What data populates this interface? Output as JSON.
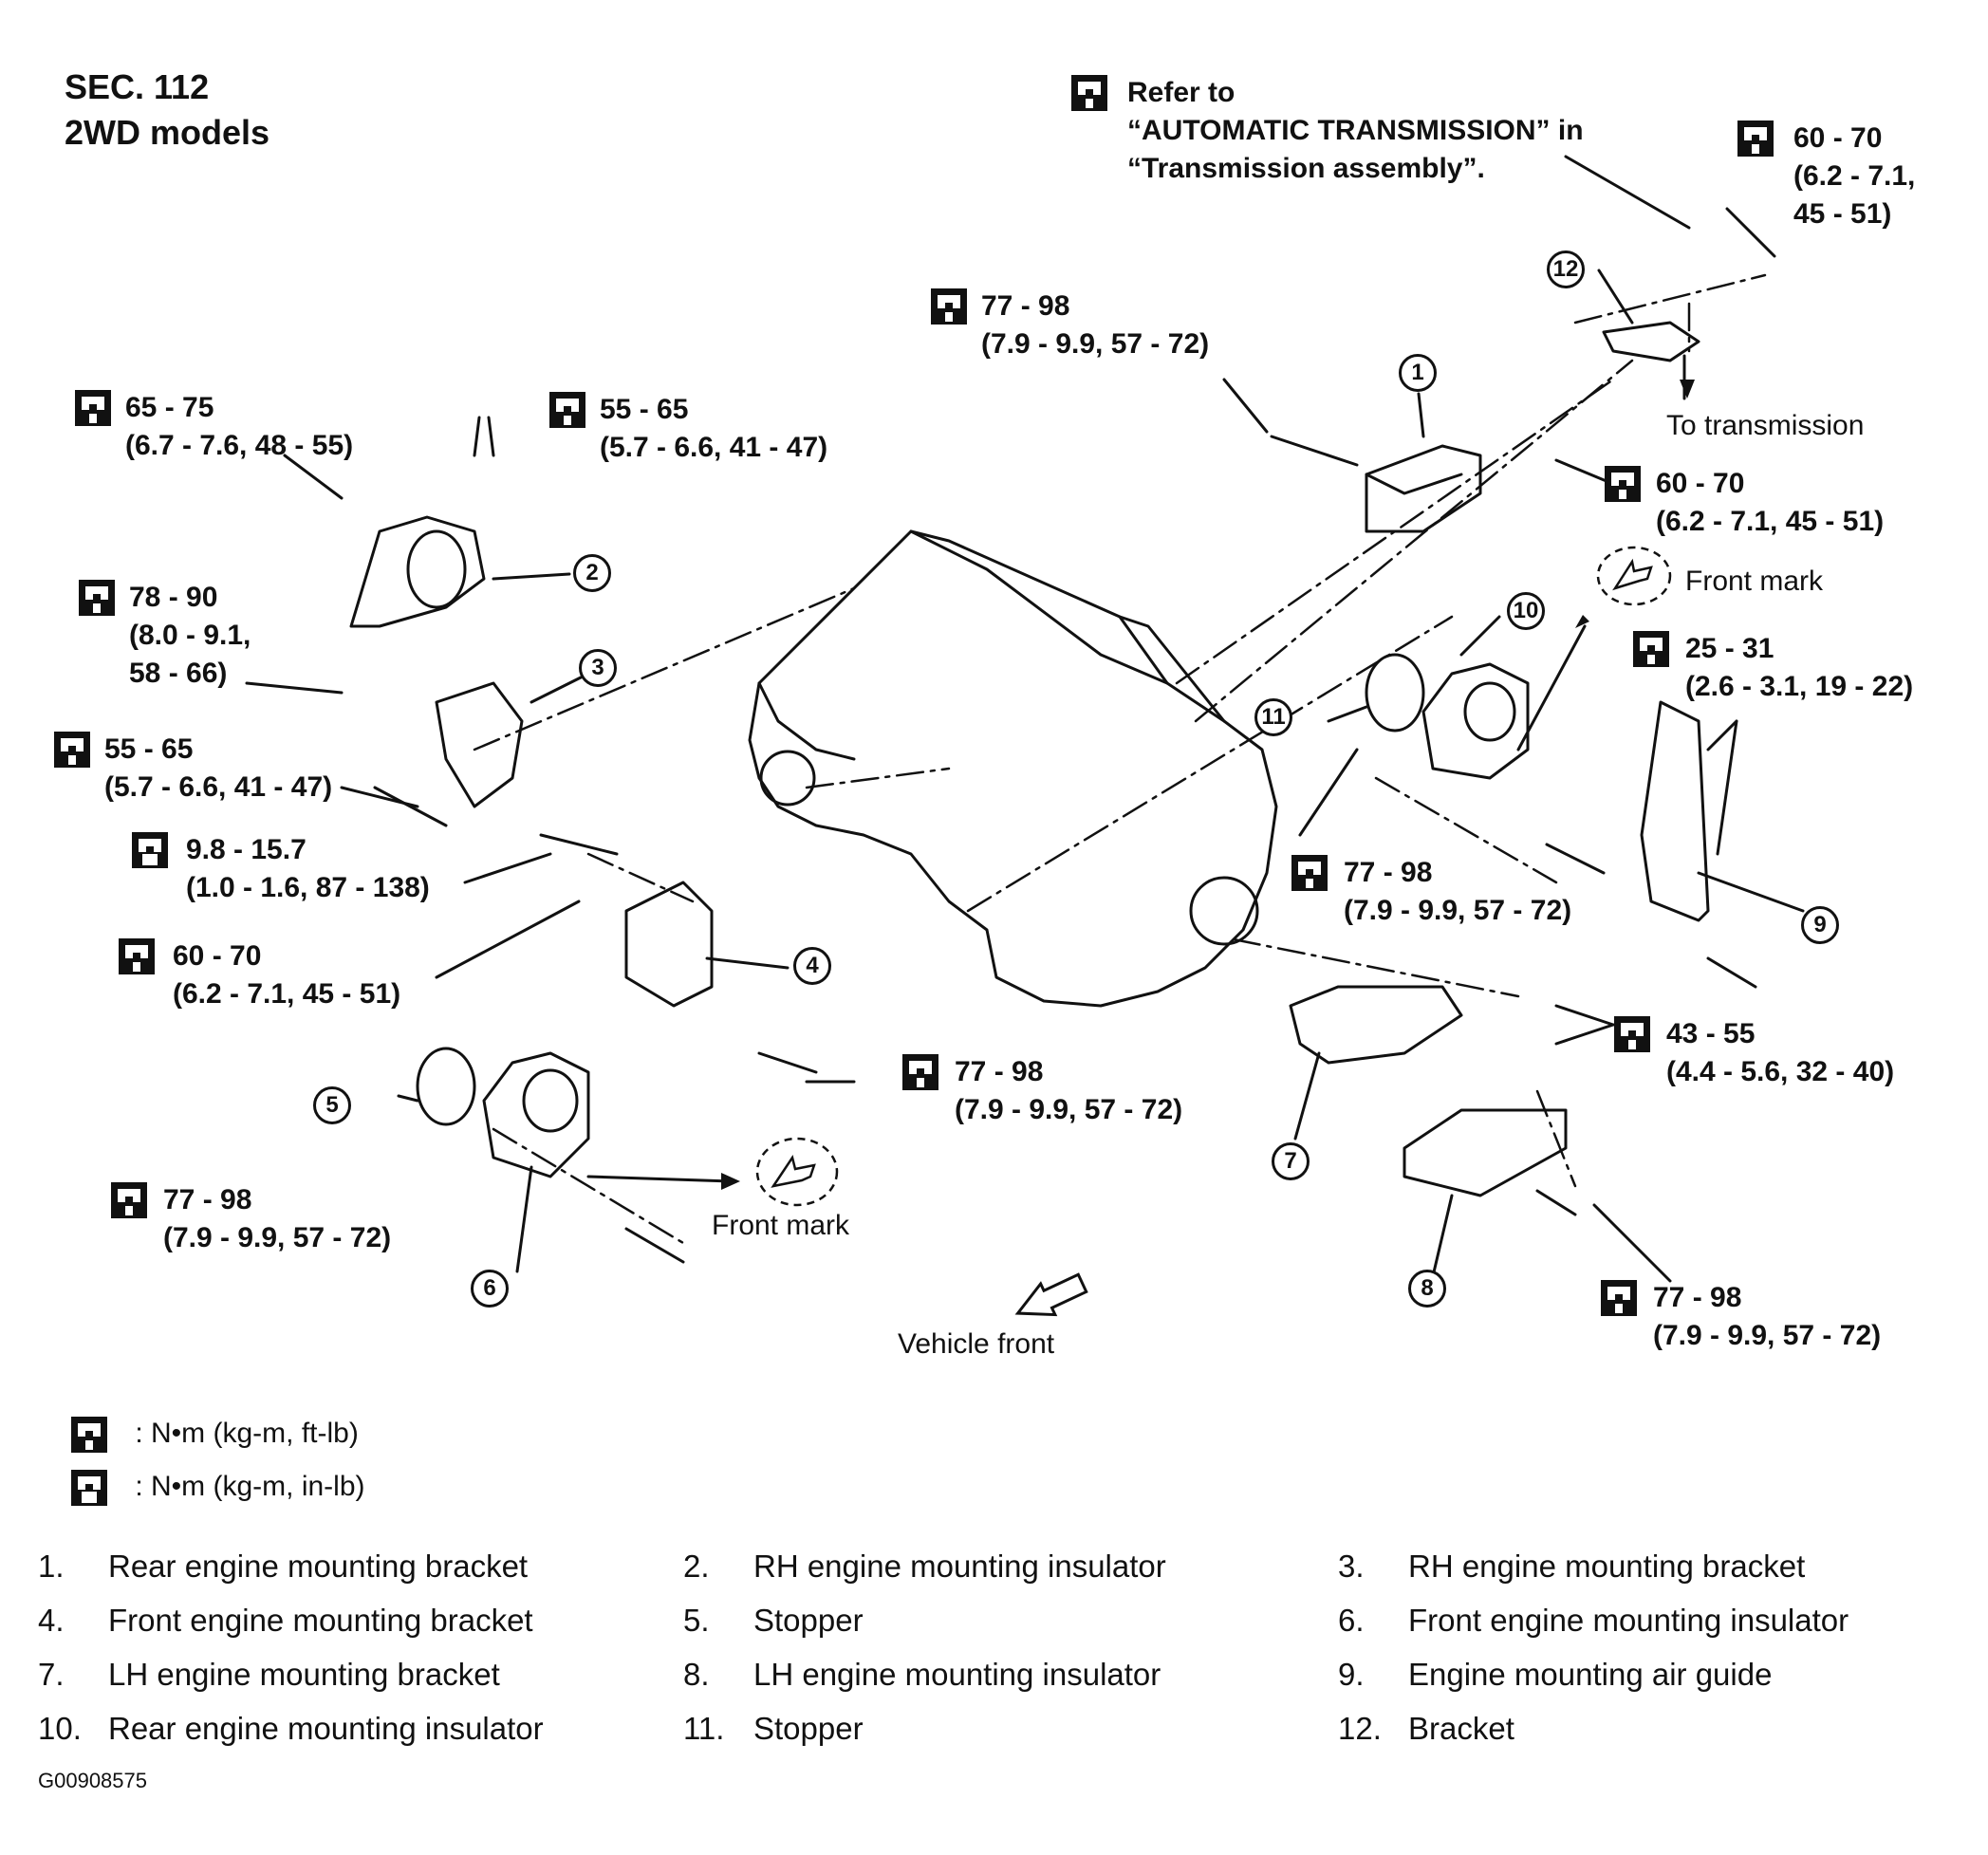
{
  "header": {
    "sec": "SEC. 112",
    "models": "2WD models"
  },
  "refer_note": {
    "line1": "Refer to",
    "line2": "“AUTOMATIC TRANSMISSION” in",
    "line3": "“Transmission assembly”."
  },
  "torques": [
    {
      "icon": "torque-wrench-icon",
      "v1": "60 - 70",
      "v2": "(6.2 - 7.1,",
      "v3": "45 - 51)"
    },
    {
      "icon": "torque-wrench-icon",
      "v1": "77 - 98",
      "v2": "(7.9 - 9.9, 57 - 72)"
    },
    {
      "icon": "torque-wrench-icon",
      "v1": "65 - 75",
      "v2": "(6.7 - 7.6, 48 - 55)"
    },
    {
      "icon": "torque-wrench-icon",
      "v1": "55 - 65",
      "v2": "(5.7 - 6.6, 41 - 47)"
    },
    {
      "icon": "torque-wrench-icon",
      "v1": "60 - 70",
      "v2": "(6.2 - 7.1, 45 - 51)"
    },
    {
      "icon": "torque-wrench-icon",
      "v1": "78 - 90",
      "v2": "(8.0 - 9.1,",
      "v3": "58 - 66)"
    },
    {
      "icon": "torque-wrench-icon",
      "v1": "25 - 31",
      "v2": "(2.6 - 3.1, 19 - 22)"
    },
    {
      "icon": "torque-wrench-icon",
      "v1": "55 - 65",
      "v2": "(5.7 - 6.6, 41 - 47)"
    },
    {
      "icon": "torque-wrench-inlb-icon",
      "v1": "9.8 - 15.7",
      "v2": "(1.0 - 1.6, 87 - 138)"
    },
    {
      "icon": "torque-wrench-icon",
      "v1": "77 - 98",
      "v2": "(7.9 - 9.9, 57 - 72)"
    },
    {
      "icon": "torque-wrench-icon",
      "v1": "60 - 70",
      "v2": "(6.2 - 7.1, 45 - 51)"
    },
    {
      "icon": "torque-wrench-icon",
      "v1": "43 - 55",
      "v2": "(4.4 - 5.6, 32 - 40)"
    },
    {
      "icon": "torque-wrench-icon",
      "v1": "77 - 98",
      "v2": "(7.9 - 9.9, 57 - 72)"
    },
    {
      "icon": "torque-wrench-icon",
      "v1": "77 - 98",
      "v2": "(7.9 - 9.9, 57 - 72)"
    },
    {
      "icon": "torque-wrench-icon",
      "v1": "77 - 98",
      "v2": "(7.9 - 9.9, 57 - 72)"
    }
  ],
  "labels": {
    "to_transmission": "To transmission",
    "front_mark_rear": "Front mark",
    "front_mark_front": "Front mark",
    "vehicle_front": "Vehicle front"
  },
  "callouts": [
    "1",
    "2",
    "3",
    "4",
    "5",
    "6",
    "7",
    "8",
    "9",
    "10",
    "11",
    "12"
  ],
  "legend": [
    {
      "icon": "torque-wrench-icon",
      "text": ": N•m (kg-m, ft-lb)"
    },
    {
      "icon": "torque-wrench-inlb-icon",
      "text": ": N•m (kg-m, in-lb)"
    }
  ],
  "parts": [
    {
      "num": "1.",
      "name": "Rear engine mounting bracket"
    },
    {
      "num": "2.",
      "name": "RH engine mounting insulator"
    },
    {
      "num": "3.",
      "name": "RH engine mounting bracket"
    },
    {
      "num": "4.",
      "name": "Front engine mounting bracket"
    },
    {
      "num": "5.",
      "name": "Stopper"
    },
    {
      "num": "6.",
      "name": "Front engine mounting insulator"
    },
    {
      "num": "7.",
      "name": "LH engine mounting bracket"
    },
    {
      "num": "8.",
      "name": "LH engine mounting insulator"
    },
    {
      "num": "9.",
      "name": "Engine mounting air guide"
    },
    {
      "num": "10.",
      "name": "Rear engine mounting insulator"
    },
    {
      "num": "11.",
      "name": "Stopper"
    },
    {
      "num": "12.",
      "name": "Bracket"
    }
  ],
  "figure_id": "G00908575"
}
